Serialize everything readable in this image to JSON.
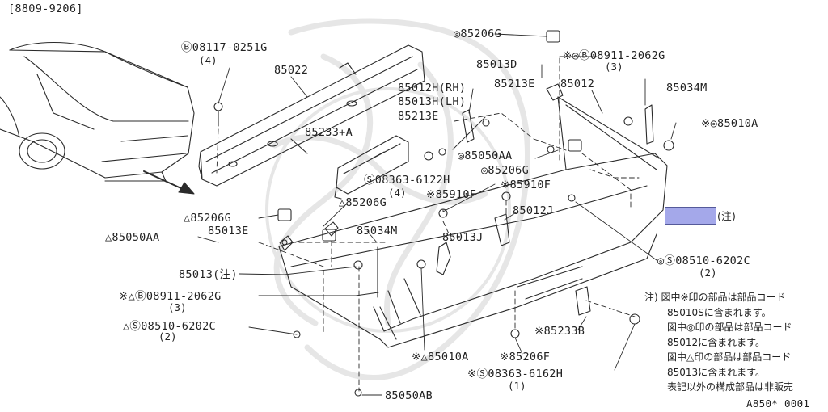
{
  "diagram": {
    "date_range": "[8809-9206]",
    "code": "A850* 0001",
    "highlight_note": "(注)",
    "labels": {
      "b_08117_0251g": "Ⓑ08117-0251G",
      "qty_4a": "(4)",
      "p85022": "85022",
      "p85233a": "85233+A",
      "s_08363_6122h": "Ⓢ08363-6122H",
      "qty_4b": "(4)",
      "p85206g_top": "◎85206G",
      "b_08911_2062g_top": "※◎Ⓑ08911-2062G",
      "qty_3a": "(3)",
      "p85013d": "85013D",
      "p85012h": "85012H(RH)",
      "p85013h": "85013H(LH)",
      "p85213e_a": "85213E",
      "p85213e_b": "85213E",
      "p85012": "85012",
      "p85034m_a": "85034M",
      "p85010a_a": "※◎85010A",
      "p85050aa_a": "◎85050AA",
      "p85206g_mid": "◎85206G",
      "p85910f_a": "※85910F",
      "p85910f_b": "※85910F",
      "p85206g_c": "△85206G",
      "p85206g_d": "△85206G",
      "p85013e": "85013E",
      "p85050aa_b": "△85050AA",
      "p85034m_b": "85034M",
      "p85012j": "85012J",
      "p85013j": "85013J",
      "s_08510_6202c_r": "◎Ⓢ08510-6202C",
      "qty_2a": "(2)",
      "p85013_note": "85013(注)",
      "b_08911_2062g_left": "※△Ⓑ08911-2062G",
      "qty_3b": "(3)",
      "s_08510_6202c_l": "△Ⓢ08510-6202C",
      "qty_2b": "(2)",
      "p85233b": "※85233B",
      "p85010a_b": "※△85010A",
      "p85206f": "※85206F",
      "s_08363_6162h": "※Ⓢ08363-6162H",
      "qty_1": "(1)",
      "p85050ab": "85050AB"
    },
    "notes": [
      "注) 図中※印の部品は部品コード",
      "85010Sに含まれます。",
      "図中◎印の部品は部品コード",
      "85012に含まれます。",
      "図中△印の部品は部品コード",
      "85013に含まれます。",
      "表記以外の構成部品は非販売"
    ],
    "colors": {
      "line": "#2b2b2b",
      "highlight": "#a4a8ea",
      "watermark": "#e9e9e9"
    }
  }
}
